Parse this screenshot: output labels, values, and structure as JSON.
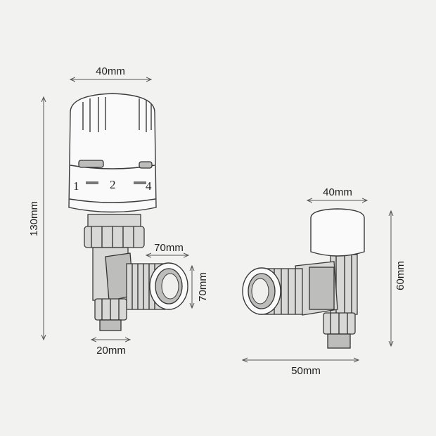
{
  "left_valve": {
    "width_label": "40mm",
    "height_label": "130mm",
    "outlet_width_label": "70mm",
    "outlet_height_label": "70mm",
    "base_width_label": "20mm",
    "dial_numbers": [
      "1",
      "2",
      "4"
    ]
  },
  "right_valve": {
    "cap_width_label": "40mm",
    "height_label": "60mm",
    "length_label": "50mm"
  },
  "colors": {
    "background": "#f2f2f0",
    "line": "#3a3a3a"
  }
}
